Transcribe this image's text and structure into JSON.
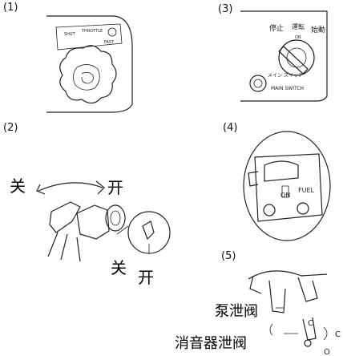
{
  "panels": [
    {
      "number": "(1)"
    },
    {
      "number": "(2)",
      "labels": {
        "close_top": "关",
        "open_top": "开",
        "close_bottom": "关",
        "open_bottom": "开"
      }
    },
    {
      "number": "(3)",
      "switch_labels": {
        "stop": "停止",
        "run": "運転",
        "start": "始動",
        "on": "ON",
        "main_switch_jp": "メイン スイッチ",
        "main_switch": "MAIN SWITCH"
      }
    },
    {
      "number": "(4)",
      "valve_labels": {
        "on": "ON",
        "fuel": "FUEL"
      }
    },
    {
      "number": "(5)",
      "callouts": {
        "pump_drain": "泵泄阀",
        "muffler_drain": "消音器泄阀"
      }
    }
  ]
}
